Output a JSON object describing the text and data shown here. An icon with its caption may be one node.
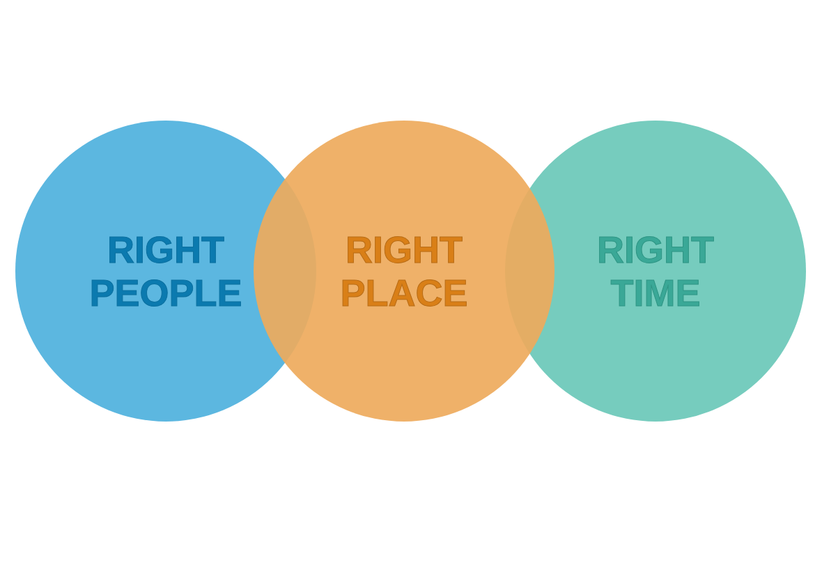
{
  "diagram": {
    "nodes": [
      {
        "text": [
          "RIGHT PEOPLE"
        ]
      },
      {
        "text": [
          "RIGHT PLACE"
        ]
      },
      {
        "text": [
          "RIGHT TIME"
        ]
      }
    ]
  }
}
